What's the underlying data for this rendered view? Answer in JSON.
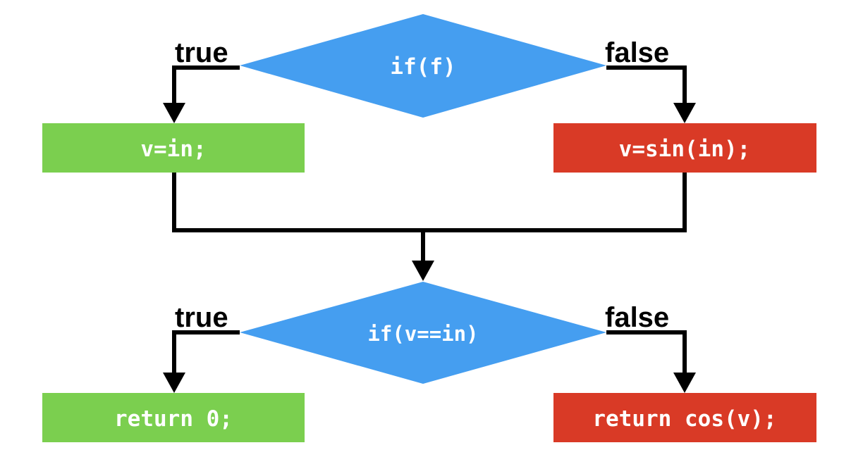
{
  "diagram": {
    "title": "conditional-flowchart",
    "background_color": "#ffffff",
    "colors": {
      "decision": "#459ef0",
      "true_branch_box": "#7bcf4f",
      "false_branch_box": "#d93a26",
      "connector": "#000000",
      "node_text": "#ffffff",
      "label_text": "#000000"
    },
    "nodes": [
      {
        "id": "decision-if-f",
        "type": "decision",
        "shape": "diamond",
        "text": "if(f)",
        "color": "#459ef0"
      },
      {
        "id": "process-v-in",
        "type": "process",
        "shape": "rectangle",
        "text": "v=in;",
        "color": "#7bcf4f"
      },
      {
        "id": "process-v-sin-in",
        "type": "process",
        "shape": "rectangle",
        "text": "v=sin(in);",
        "color": "#d93a26"
      },
      {
        "id": "decision-if-v-eq-in",
        "type": "decision",
        "shape": "diamond",
        "text": "if(v==in)",
        "color": "#459ef0"
      },
      {
        "id": "process-return-0",
        "type": "process",
        "shape": "rectangle",
        "text": "return 0;",
        "color": "#7bcf4f"
      },
      {
        "id": "process-return-cos-v",
        "type": "process",
        "shape": "rectangle",
        "text": "return cos(v);",
        "color": "#d93a26"
      }
    ],
    "edge_labels": {
      "top_true": "true",
      "top_false": "false",
      "bottom_true": "true",
      "bottom_false": "false"
    },
    "edges": [
      {
        "id": "edge-if-f-true",
        "from": "decision-if-f",
        "to": "process-v-in",
        "label": "true"
      },
      {
        "id": "edge-if-f-false",
        "from": "decision-if-f",
        "to": "process-v-sin-in",
        "label": "false"
      },
      {
        "id": "edge-merge",
        "from": "process-v-in,process-v-sin-in",
        "to": "decision-if-v-eq-in",
        "label": ""
      },
      {
        "id": "edge-if-v-true",
        "from": "decision-if-v-eq-in",
        "to": "process-return-0",
        "label": "true"
      },
      {
        "id": "edge-if-v-false",
        "from": "decision-if-v-eq-in",
        "to": "process-return-cos-v",
        "label": "false"
      }
    ]
  }
}
